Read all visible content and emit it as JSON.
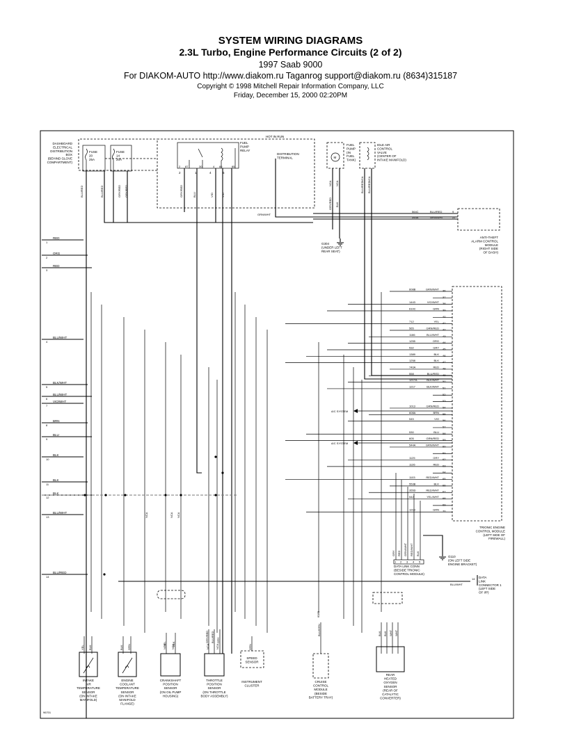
{
  "header": {
    "title": "SYSTEM WIRING DIAGRAMS",
    "subtitle": "2.3L Turbo, Engine Performance Circuits (2 of 2)",
    "vehicle": "1997 Saab 9000",
    "source": "For DIAKOM-AUTO http://www.diakom.ru Taganrog support@diakom.ru (8634)315187",
    "copyright": "Copyright © 1998 Mitchell Repair Information Company, LLC",
    "date": "Friday, December 15, 2000  02:20PM"
  },
  "diagram": {
    "hot_in_run": "HOT IN RUN",
    "dashboard_box": [
      "DASHBOARD",
      "ELECTRICAL",
      "DISTRIBUTION",
      "BOX",
      "(BEHIND GLOVE",
      "COMPARTMENT)"
    ],
    "fuse_20": [
      "FUSE",
      "20",
      "25A"
    ],
    "fuse_14": [
      "FUSE",
      "14",
      "20A"
    ],
    "fuel_pump_relay": [
      "FUEL",
      "PUMP",
      "RELAY"
    ],
    "distribution_terminal": [
      "DISTRIBUTION",
      "TERMINAL"
    ],
    "fuel_pump": [
      "FUEL",
      "PUMP",
      "(IN",
      "FUEL",
      "TANK)"
    ],
    "idle_air_valve": [
      "IDLE AIR",
      "CONTROL",
      "VALVE",
      "(CENTER OF",
      "INTAKE MANIFOLD)"
    ],
    "anti_theft": [
      "ANTI-THEFT",
      "ALARM CONTROL",
      "MODULE",
      "(RIGHT SIDE",
      "OF DASH)"
    ],
    "ground_g304": [
      "G304",
      "(UNDER LEFT",
      "REAR SEAT)"
    ],
    "trionic": [
      "TRIONIC ENGINE",
      "CONTROL MODULE",
      "(LEFT SIDE OF",
      "FIREWALL)"
    ],
    "ground_g110": [
      "G110",
      "(ON LEFT SIDE",
      "ENGINE BRACKET)"
    ],
    "data_link_conn": [
      "DATA LINK CONN",
      "(BESIDE TRIONIC",
      "CONTROL MODULE)"
    ],
    "data_link_connector": [
      "DATA",
      "LINK",
      "CONNECTOR 1",
      "(LEFT SIDE",
      "OF I/P)"
    ],
    "ac_system": "A/C SYSTEM",
    "relay_pins": [
      "2",
      "87",
      "30",
      "4",
      "86",
      "85"
    ],
    "relay_wire_nums": [
      "2",
      "1",
      "4",
      "5"
    ],
    "fuse_wire_labels": [
      "BLU/RED",
      "BLU/RED",
      "GRY/RED",
      "GRY/RED"
    ],
    "relay_wire_labels": [
      "GRY/RED",
      "BLU",
      "VIO",
      "VIO"
    ],
    "pump_wire_labels": [
      "GRY/RED",
      "BLK"
    ],
    "iac_wire_labels": [
      "BLU/RED",
      "BLU/RED"
    ],
    "pump_connector_labels": [
      "NCA",
      "NCA"
    ],
    "iac_connector_labels": [
      "NCA",
      "NCA"
    ],
    "gfn_wht": "GRN/WHT",
    "antitheft_wires": [
      {
        "code": "564C",
        "color": "BLU/RED",
        "pin": "9"
      },
      {
        "code": "544A",
        "color": "GRN/WHT",
        "pin": "22"
      }
    ],
    "left_wires": [
      {
        "num": "1",
        "label": "RED"
      },
      {
        "num": "2",
        "label": "ORG"
      },
      {
        "num": "3",
        "label": "RED"
      },
      {
        "num": "4",
        "label": "BLU/WHT"
      },
      {
        "num": "5",
        "label": "BLK/WHT"
      },
      {
        "num": "6",
        "label": "BLU/WHT"
      },
      {
        "num": "7",
        "label": "VIO/WHT"
      },
      {
        "num": "8",
        "label": "BRN"
      },
      {
        "num": "9",
        "label": "BLU"
      },
      {
        "num": "10",
        "label": "BLK"
      },
      {
        "num": "11",
        "label": "BLK"
      },
      {
        "num": "12",
        "label": "BLK"
      },
      {
        "num": "13",
        "label": "BLU/WHT"
      },
      {
        "num": "14",
        "label": "BLU/RED"
      }
    ],
    "ecu_pins": [
      {
        "code": "608B",
        "color": "GRN/WHT",
        "pin": "36"
      },
      {
        "code": "",
        "color": "",
        "pin": "37"
      },
      {
        "code": "1443",
        "color": "VIO/WHT",
        "pin": "38"
      },
      {
        "code": "610C",
        "color": "GRN",
        "pin": "39"
      },
      {
        "code": "",
        "color": "",
        "pin": "40"
      },
      {
        "code": "712",
        "color": "YEL",
        "pin": "41"
      },
      {
        "code": "565",
        "color": "GRN/RED",
        "pin": "42"
      },
      {
        "code": "1186",
        "color": "BLU/WHT",
        "pin": "43"
      },
      {
        "code": "1255",
        "color": "ORG",
        "pin": "44"
      },
      {
        "code": "532",
        "color": "GRY",
        "pin": "45"
      },
      {
        "code": "1389",
        "color": "BLK",
        "pin": "46"
      },
      {
        "code": "1258",
        "color": "BLK",
        "pin": "47"
      },
      {
        "code": "740A",
        "color": "RED",
        "pin": "48"
      },
      {
        "code": "558",
        "color": "BLU/RED",
        "pin": "49"
      },
      {
        "code": "1217A",
        "color": "BLK/WHT",
        "pin": "50"
      },
      {
        "code": "1217",
        "color": "BLK/WHT",
        "pin": "51"
      },
      {
        "code": "",
        "color": "",
        "pin": "52"
      },
      {
        "code": "",
        "color": "",
        "pin": "53"
      },
      {
        "code": "1013",
        "color": "GRN/RED",
        "pin": "54"
      },
      {
        "code": "608A",
        "color": "BRN",
        "pin": "55"
      },
      {
        "code": "545",
        "color": "VIO",
        "pin": "56"
      },
      {
        "code": "",
        "color": "",
        "pin": "57"
      },
      {
        "code": "530",
        "color": "BLU",
        "pin": "58"
      },
      {
        "code": "605",
        "color": "GRN/RED",
        "pin": "59"
      },
      {
        "code": "544A",
        "color": "GRN/WHT",
        "pin": "60"
      },
      {
        "code": "",
        "color": "",
        "pin": "61"
      },
      {
        "code": "1125",
        "color": "GRY",
        "pin": "62"
      },
      {
        "code": "1126",
        "color": "RED",
        "pin": "63"
      },
      {
        "code": "",
        "color": "",
        "pin": "64"
      },
      {
        "code": "1103",
        "color": "RED/WHT",
        "pin": "65"
      },
      {
        "code": "553B",
        "color": "BLK",
        "pin": "66"
      },
      {
        "code": "355D",
        "color": "RED/WHT",
        "pin": "67"
      },
      {
        "code": "542",
        "color": "YEL/WHT",
        "pin": "68"
      },
      {
        "code": "",
        "color": "",
        "pin": "69"
      },
      {
        "code": "1219",
        "color": "GRN",
        "pin": "70"
      }
    ],
    "data_link_pins": [
      "1",
      "2",
      "3",
      "4",
      "5"
    ],
    "data_link_wire_labels": [
      "GRY",
      "RED",
      "GRN/WHT",
      "RED/WHT",
      "BLK"
    ],
    "dlc_wire": {
      "color": "BLU/WHT",
      "pin": "14"
    },
    "mid_nca": [
      "NCA",
      "NCA",
      "NCA"
    ],
    "sensors": [
      {
        "name": [
          "INTAKE",
          "AIR",
          "TEMPERATURE",
          "SENSOR",
          "(ON INTAKE",
          "MANIFOLD)"
        ],
        "wires": [
          "YEL",
          "BLK"
        ]
      },
      {
        "name": [
          "ENGINE",
          "COOLANT",
          "TEMPERATURE",
          "SENSOR",
          "(ON INTAKE",
          "MANIFOLD",
          "FLANGE)"
        ],
        "wires": [
          "BLK",
          "GRN"
        ]
      },
      {
        "name": [
          "CRANKSHAFT",
          "POSITION",
          "SENSOR",
          "(ON OIL PUMP",
          "HOUSING)"
        ],
        "wires": [
          "YEL",
          "BLK"
        ]
      },
      {
        "name": [
          "THROTTLE",
          "POSITION",
          "SENSOR",
          "(ON THROTTLE",
          "BODY ASSEMBLY)"
        ],
        "wires": [
          "GRY/RED",
          "BLU/RED",
          "GRY"
        ]
      },
      {
        "name": [
          "SPEED",
          "SENSOR"
        ],
        "wires": [
          "GRN"
        ]
      },
      {
        "name": [
          "INSTRUMENT",
          "CLUSTER"
        ],
        "wires": []
      },
      {
        "name": [
          "CRUISE",
          "CONTROL",
          "MODULE",
          "(BESIDE",
          "BATTERY TRAY)"
        ],
        "wires": [
          "BLU/GRN"
        ]
      },
      {
        "name": [
          "REAR",
          "HEATED",
          "OXYGEN",
          "SENSOR",
          "(REAR OF",
          "CATALYTIC",
          "CONVERTER)"
        ],
        "wires": [
          "BLK",
          "BLK",
          "WHT",
          "WHT"
        ]
      }
    ],
    "sensor_connector_labels": [
      "NCA",
      "NCA",
      "NCA",
      "NCA"
    ],
    "cruise_code": "608B",
    "figure_id": "96701"
  }
}
